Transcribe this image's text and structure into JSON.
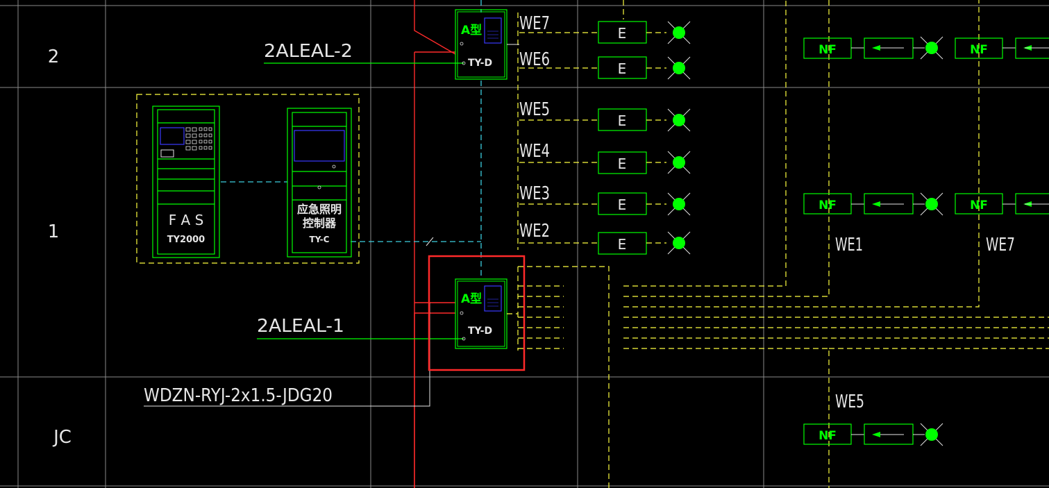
{
  "rows": {
    "r2": "2",
    "r1": "1",
    "rjc": "JC"
  },
  "cables": {
    "feed_upper": "2ALEAL-2",
    "feed_lower": "2ALEAL-1",
    "wire_spec": "WDZN-RYJ-2x1.5-JDG20"
  },
  "fas": {
    "title": "F A S",
    "model": "TY2000"
  },
  "controller": {
    "title_line1": "应急照明",
    "title_line2": "控制器",
    "model": "TY-C"
  },
  "power_box": {
    "type": "A型",
    "model": "TY-D"
  },
  "circuits": [
    "WE7",
    "WE6",
    "WE5",
    "WE4",
    "WE3",
    "WE2"
  ],
  "exit_lamp_label": "E",
  "nf_label": "NF",
  "nf_groups": {
    "mid_left": "WE1",
    "mid_right": "WE7",
    "bottom": "WE5"
  },
  "colors": {
    "grid": "#b4b4b4",
    "green": "#00ff00",
    "yellow": "#ffff40",
    "cyan": "#3ccfe0",
    "red": "#ff2a2a",
    "blue": "#3a3aff"
  }
}
